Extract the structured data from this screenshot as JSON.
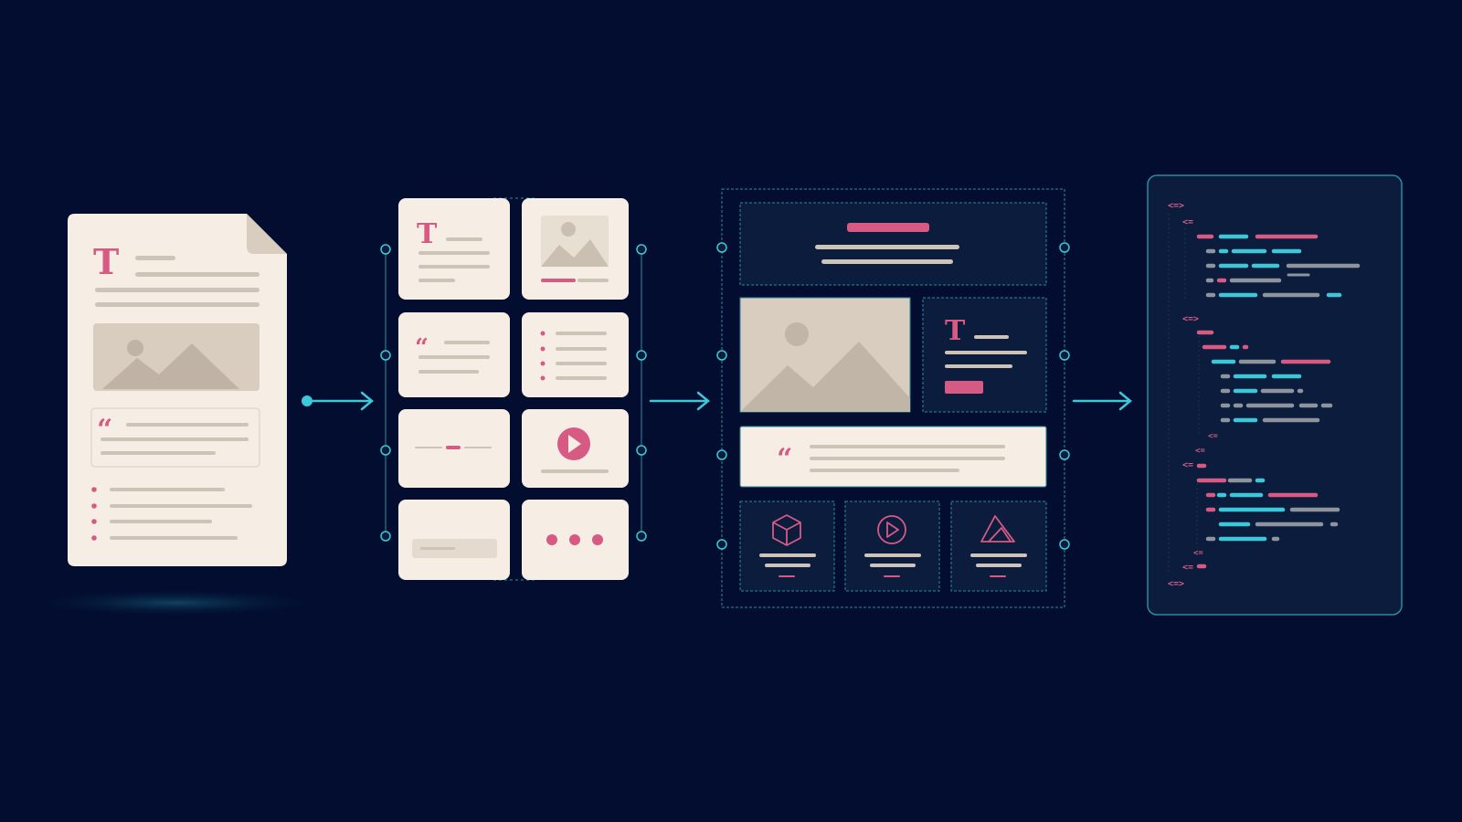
{
  "colors": {
    "background": "#020d2f",
    "paper": "#f6eee4",
    "paper_shade": "#d8cdbf",
    "line_gray": "#cdc3b7",
    "accent_pink": "#d65a84",
    "accent_cyan": "#3cc8d8",
    "panel_dark": "#0b1c3c",
    "code_gray": "#8d949e"
  },
  "glyphs": {
    "text": "T",
    "quote": "“",
    "tag": "<=>",
    "tag_open": "<="
  },
  "icons": {
    "document": "document-icon",
    "image": "mountain-image-icon",
    "play": "play-icon",
    "cube": "cube-icon",
    "mountain": "mountain-icon",
    "dots": "ellipsis-icon",
    "arrow": "arrow-right-icon"
  },
  "stages": [
    {
      "id": "source-document",
      "icon": "document-icon"
    },
    {
      "id": "component-blocks",
      "icon": "component-grid-icon"
    },
    {
      "id": "layout-wireframe",
      "icon": "wireframe-icon"
    },
    {
      "id": "code-output",
      "icon": "code-icon"
    }
  ]
}
